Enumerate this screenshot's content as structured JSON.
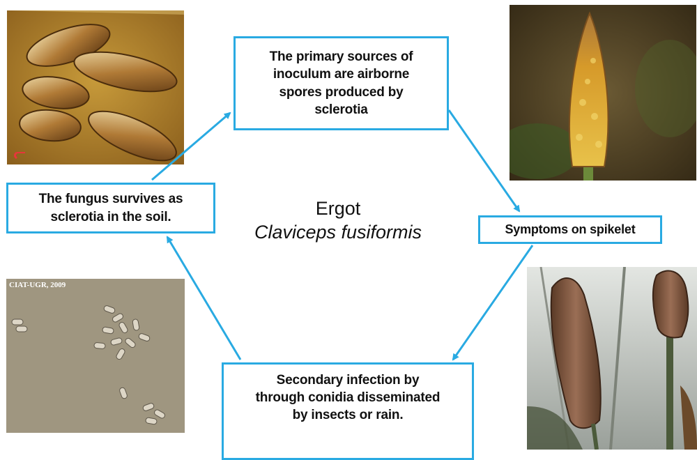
{
  "diagram": {
    "center": {
      "common_name": "Ergot",
      "scientific_name": "Claviceps fusiformis"
    },
    "steps": {
      "primary": {
        "lines": [
          "The primary sources of",
          "inoculum  are  airborne",
          "spores produced  by",
          "sclerotia"
        ]
      },
      "symptoms": {
        "lines": [
          "Symptoms on spikelet"
        ]
      },
      "secondary": {
        "lines": [
          "Secondary  infection by",
          "through conidia disseminated",
          "by insects or rain."
        ]
      },
      "survive": {
        "lines": [
          "The fungus survives as",
          "sclerotia in the soil."
        ]
      }
    },
    "photos": {
      "sclerotia": {
        "subject": "ergot sclerotia"
      },
      "spike": {
        "subject": "pearl millet spike with honeydew"
      },
      "conidia": {
        "subject": "conidia micrograph",
        "caption": "CIAT-UGR, 2009"
      },
      "spikelets": {
        "subject": "infected spikelets"
      }
    },
    "colors": {
      "arrow": "#29aae2",
      "box_border": "#29aae2",
      "text": "#111111"
    }
  }
}
